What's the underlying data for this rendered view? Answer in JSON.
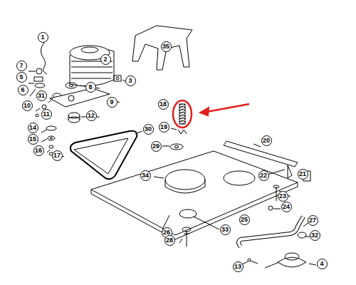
{
  "diagram": {
    "labels": [
      "1",
      "2",
      "35",
      "7",
      "3",
      "5",
      "8",
      "6",
      "31",
      "9",
      "10",
      "11",
      "12",
      "14",
      "15",
      "16",
      "17",
      "30",
      "18",
      "19",
      "20",
      "29",
      "34",
      "22",
      "21",
      "23",
      "24",
      "25",
      "26",
      "33",
      "28",
      "27",
      "32",
      "13",
      "4"
    ]
  }
}
